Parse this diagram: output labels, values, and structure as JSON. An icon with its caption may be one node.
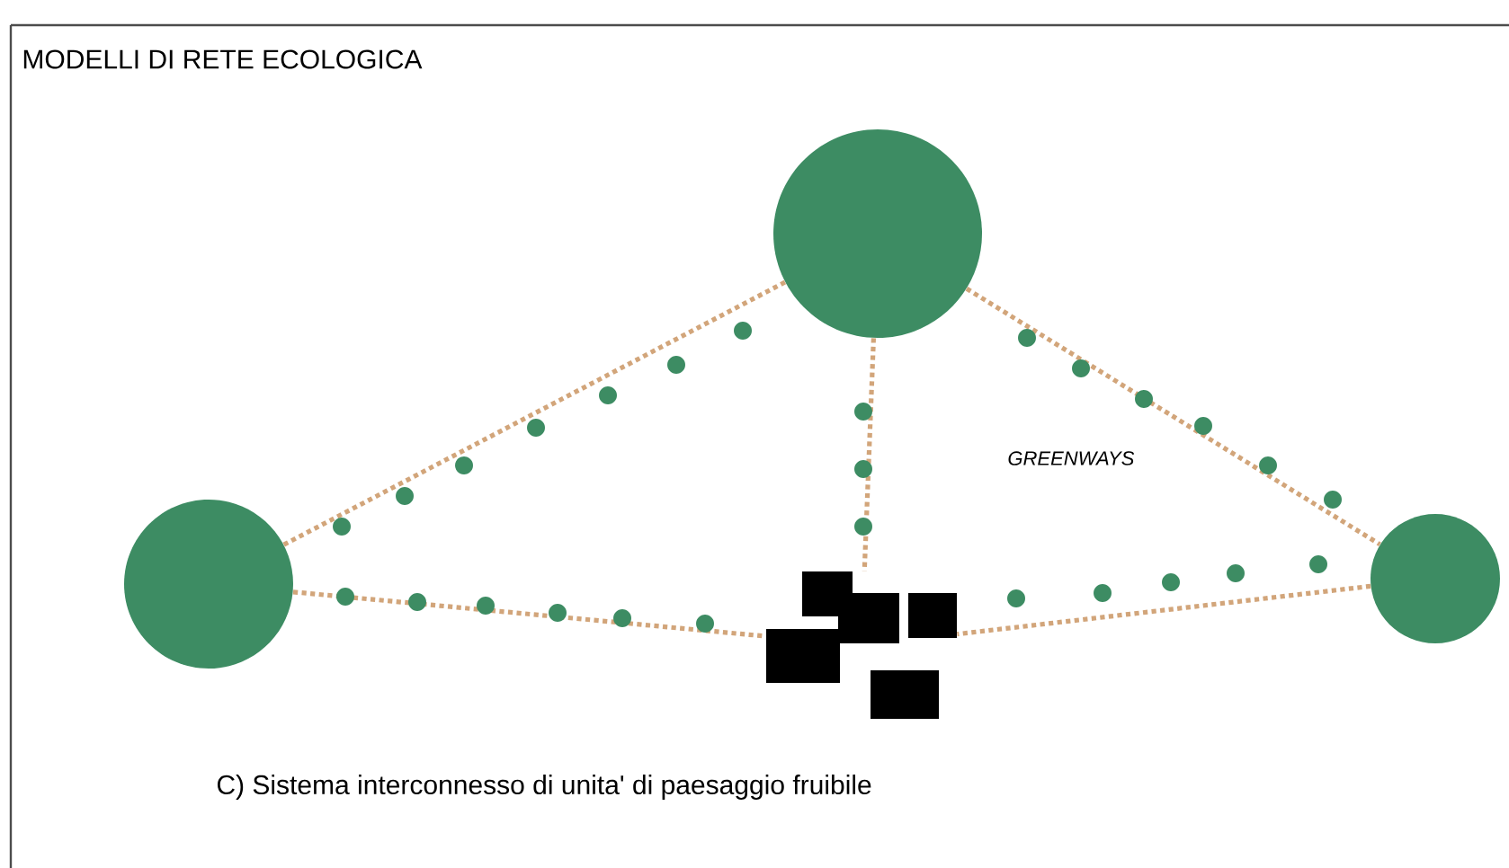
{
  "diagram": {
    "title": "MODELLI DI RETE ECOLOGICA",
    "caption": "C) Sistema interconnesso di unita' di paesaggio fruibile",
    "nodes": [
      {
        "text": [],
        "shape": "circle"
      },
      {
        "text": [],
        "shape": "circle"
      },
      {
        "text": [],
        "shape": "circle"
      },
      {
        "text": [],
        "shape": "picture"
      }
    ],
    "edges": [
      {
        "from": 0,
        "to": 1,
        "arrow": "none"
      },
      {
        "from": 0,
        "to": 2,
        "arrow": "none"
      },
      {
        "from": 0,
        "to": 3,
        "arrow": "none"
      },
      {
        "from": 1,
        "to": 3,
        "arrow": "none"
      },
      {
        "from": 2,
        "to": 3,
        "arrow": "none"
      }
    ],
    "labels": [
      "GREENWAYS"
    ]
  }
}
